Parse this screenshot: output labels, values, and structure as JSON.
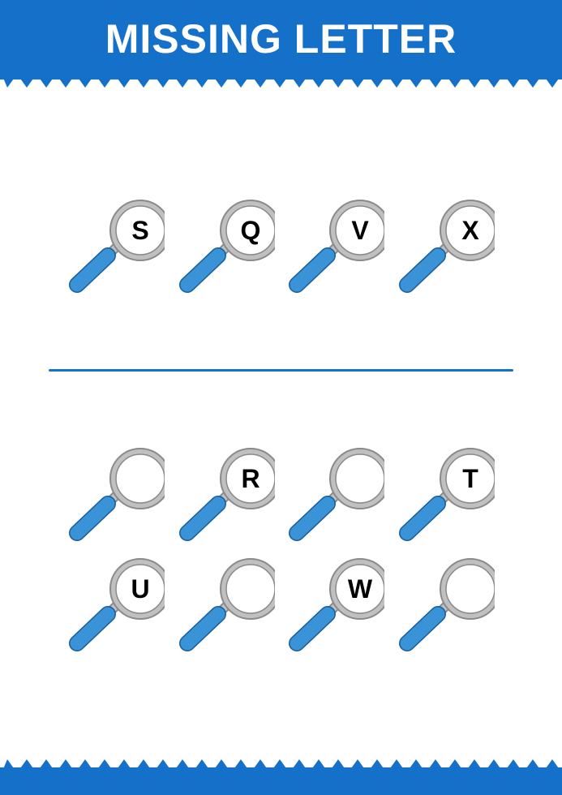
{
  "worksheet": {
    "title": "MISSING LETTER",
    "colors": {
      "accent": "#1470c8",
      "handle": "#3a93d6",
      "handle_outline": "#1a5e9c",
      "lens_rim": "#c0c0c0",
      "lens_rim_outline": "#8a8a8a",
      "lens_glass": "#ffffff"
    },
    "icon": "magnifying-glass-icon",
    "example_row": [
      "S",
      "Q",
      "V",
      "X"
    ],
    "puzzle_rows": [
      [
        "",
        "R",
        "",
        "T"
      ],
      [
        "U",
        "",
        "W",
        ""
      ]
    ]
  }
}
